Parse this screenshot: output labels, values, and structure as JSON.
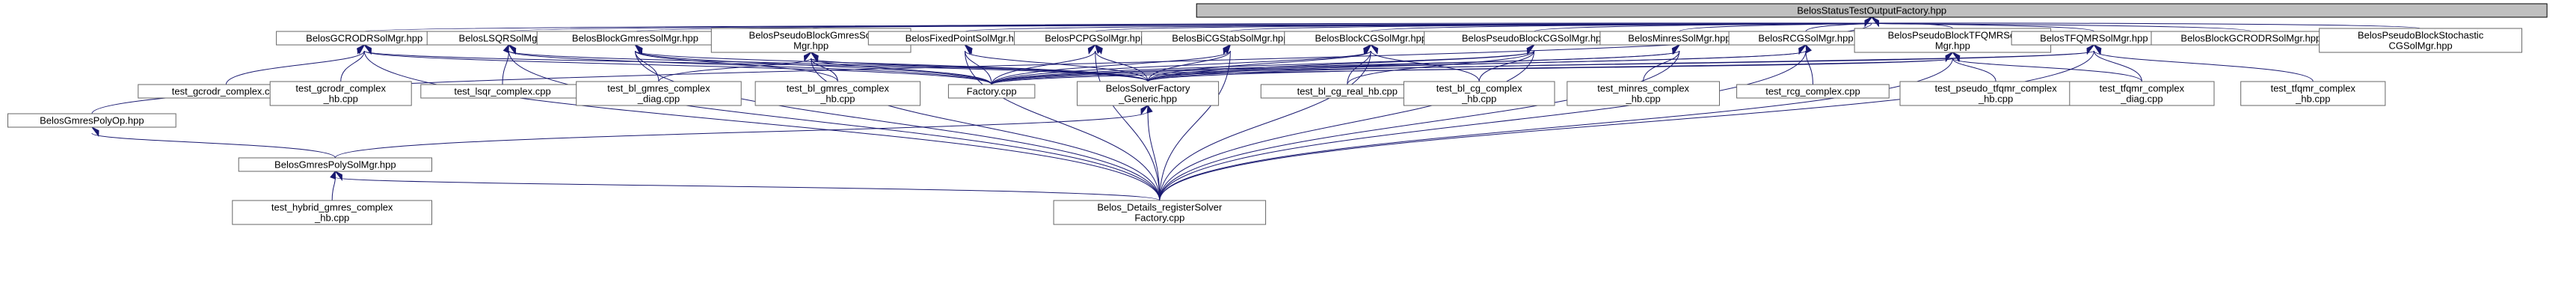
{
  "graph": {
    "edge_color": "#191970",
    "root_fill": "#bfbfbf",
    "node_border": "#666666",
    "nodes": [
      {
        "id": "root",
        "lines": [
          "BelosStatusTestOutputFactory.hpp"
        ],
        "root": true
      },
      {
        "id": "gmrespolyop",
        "lines": [
          "BelosGmresPolyOp.hpp"
        ]
      },
      {
        "id": "gcrodr",
        "lines": [
          "BelosGCRODRSolMgr.hpp"
        ]
      },
      {
        "id": "lsqr",
        "lines": [
          "BelosLSQRSolMgr.hpp"
        ]
      },
      {
        "id": "blockgmres",
        "lines": [
          "BelosBlockGmresSolMgr.hpp"
        ]
      },
      {
        "id": "pseudoblockgmres",
        "lines": [
          "BelosPseudoBlockGmresSol",
          "Mgr.hpp"
        ]
      },
      {
        "id": "fixedpoint",
        "lines": [
          "BelosFixedPointSolMgr.hpp"
        ]
      },
      {
        "id": "pcpg",
        "lines": [
          "BelosPCPGSolMgr.hpp"
        ]
      },
      {
        "id": "bicgstab",
        "lines": [
          "BelosBiCGStabSolMgr.hpp"
        ]
      },
      {
        "id": "blockcg",
        "lines": [
          "BelosBlockCGSolMgr.hpp"
        ]
      },
      {
        "id": "pseudoblockcg",
        "lines": [
          "BelosPseudoBlockCGSolMgr.hpp"
        ]
      },
      {
        "id": "minres",
        "lines": [
          "BelosMinresSolMgr.hpp"
        ]
      },
      {
        "id": "rcg",
        "lines": [
          "BelosRCGSolMgr.hpp"
        ]
      },
      {
        "id": "pseudoblocktfqmr",
        "lines": [
          "BelosPseudoBlockTFQMRSol",
          "Mgr.hpp"
        ]
      },
      {
        "id": "tfqmr",
        "lines": [
          "BelosTFQMRSolMgr.hpp"
        ]
      },
      {
        "id": "blockgcrodr",
        "lines": [
          "BelosBlockGCRODRSolMgr.hpp"
        ]
      },
      {
        "id": "pseudoblockstoch",
        "lines": [
          "BelosPseudoBlockStochastic",
          "CGSolMgr.hpp"
        ]
      },
      {
        "id": "test_gcrodr_complex",
        "lines": [
          "test_gcrodr_complex.cpp"
        ]
      },
      {
        "id": "test_gcrodr_complex_hb",
        "lines": [
          "test_gcrodr_complex",
          "_hb.cpp"
        ]
      },
      {
        "id": "test_lsqr_complex",
        "lines": [
          "test_lsqr_complex.cpp"
        ]
      },
      {
        "id": "test_bl_gmres_diag",
        "lines": [
          "test_bl_gmres_complex",
          "_diag.cpp"
        ]
      },
      {
        "id": "test_bl_gmres_hb",
        "lines": [
          "test_bl_gmres_complex",
          "_hb.cpp"
        ]
      },
      {
        "id": "factory",
        "lines": [
          "Factory.cpp"
        ]
      },
      {
        "id": "solverfactory_generic",
        "lines": [
          "BelosSolverFactory",
          "_Generic.hpp"
        ]
      },
      {
        "id": "test_bl_cg_real_hb",
        "lines": [
          "test_bl_cg_real_hb.cpp"
        ]
      },
      {
        "id": "test_bl_cg_complex_hb",
        "lines": [
          "test_bl_cg_complex",
          "_hb.cpp"
        ]
      },
      {
        "id": "test_minres_complex_hb",
        "lines": [
          "test_minres_complex",
          "_hb.cpp"
        ]
      },
      {
        "id": "test_rcg_complex",
        "lines": [
          "test_rcg_complex.cpp"
        ]
      },
      {
        "id": "test_pseudo_tfqmr",
        "lines": [
          "test_pseudo_tfqmr_complex",
          "_hb.cpp"
        ]
      },
      {
        "id": "test_tfqmr_diag",
        "lines": [
          "test_tfqmr_complex",
          "_diag.cpp"
        ]
      },
      {
        "id": "test_tfqmr_hb",
        "lines": [
          "test_tfqmr_complex",
          "_hb.cpp"
        ]
      },
      {
        "id": "gmrespolysolmgr",
        "lines": [
          "BelosGmresPolySolMgr.hpp"
        ]
      },
      {
        "id": "test_hybrid_gmres",
        "lines": [
          "test_hybrid_gmres_complex",
          "_hb.cpp"
        ]
      },
      {
        "id": "details_register",
        "lines": [
          "Belos_Details_registerSolver",
          "Factory.cpp"
        ]
      }
    ],
    "edges": [
      [
        "root",
        "gmrespolyop"
      ],
      [
        "root",
        "gcrodr"
      ],
      [
        "root",
        "lsqr"
      ],
      [
        "root",
        "blockgmres"
      ],
      [
        "root",
        "pseudoblockgmres"
      ],
      [
        "root",
        "fixedpoint"
      ],
      [
        "root",
        "pcpg"
      ],
      [
        "root",
        "bicgstab"
      ],
      [
        "root",
        "blockcg"
      ],
      [
        "root",
        "pseudoblockcg"
      ],
      [
        "root",
        "minres"
      ],
      [
        "root",
        "rcg"
      ],
      [
        "root",
        "pseudoblocktfqmr"
      ],
      [
        "root",
        "tfqmr"
      ],
      [
        "root",
        "blockgcrodr"
      ],
      [
        "root",
        "pseudoblockstoch"
      ],
      [
        "gmrespolyop",
        "gmrespolysolmgr"
      ],
      [
        "gmrespolysolmgr",
        "test_hybrid_gmres"
      ],
      [
        "gmrespolysolmgr",
        "details_register"
      ],
      [
        "gcrodr",
        "test_gcrodr_complex"
      ],
      [
        "gcrodr",
        "test_gcrodr_complex_hb"
      ],
      [
        "gcrodr",
        "factory"
      ],
      [
        "gcrodr",
        "solverfactory_generic"
      ],
      [
        "gcrodr",
        "details_register"
      ],
      [
        "lsqr",
        "test_lsqr_complex"
      ],
      [
        "lsqr",
        "factory"
      ],
      [
        "lsqr",
        "solverfactory_generic"
      ],
      [
        "lsqr",
        "details_register"
      ],
      [
        "blockgmres",
        "test_bl_gmres_diag"
      ],
      [
        "blockgmres",
        "test_bl_gmres_hb"
      ],
      [
        "blockgmres",
        "factory"
      ],
      [
        "blockgmres",
        "solverfactory_generic"
      ],
      [
        "blockgmres",
        "details_register"
      ],
      [
        "pseudoblockgmres",
        "test_bl_gmres_diag"
      ],
      [
        "pseudoblockgmres",
        "test_bl_gmres_hb"
      ],
      [
        "pseudoblockgmres",
        "factory"
      ],
      [
        "pseudoblockgmres",
        "solverfactory_generic"
      ],
      [
        "pseudoblockgmres",
        "details_register"
      ],
      [
        "fixedpoint",
        "factory"
      ],
      [
        "fixedpoint",
        "solverfactory_generic"
      ],
      [
        "fixedpoint",
        "details_register"
      ],
      [
        "pcpg",
        "factory"
      ],
      [
        "pcpg",
        "solverfactory_generic"
      ],
      [
        "pcpg",
        "details_register"
      ],
      [
        "bicgstab",
        "factory"
      ],
      [
        "bicgstab",
        "solverfactory_generic"
      ],
      [
        "bicgstab",
        "details_register"
      ],
      [
        "blockcg",
        "factory"
      ],
      [
        "blockcg",
        "solverfactory_generic"
      ],
      [
        "blockcg",
        "test_bl_cg_real_hb"
      ],
      [
        "blockcg",
        "test_bl_cg_complex_hb"
      ],
      [
        "blockcg",
        "details_register"
      ],
      [
        "pseudoblockcg",
        "factory"
      ],
      [
        "pseudoblockcg",
        "solverfactory_generic"
      ],
      [
        "pseudoblockcg",
        "test_bl_cg_real_hb"
      ],
      [
        "pseudoblockcg",
        "test_bl_cg_complex_hb"
      ],
      [
        "pseudoblockcg",
        "details_register"
      ],
      [
        "minres",
        "factory"
      ],
      [
        "minres",
        "solverfactory_generic"
      ],
      [
        "minres",
        "test_minres_complex_hb"
      ],
      [
        "minres",
        "details_register"
      ],
      [
        "rcg",
        "factory"
      ],
      [
        "rcg",
        "solverfactory_generic"
      ],
      [
        "rcg",
        "test_rcg_complex"
      ],
      [
        "rcg",
        "details_register"
      ],
      [
        "pseudoblocktfqmr",
        "factory"
      ],
      [
        "pseudoblocktfqmr",
        "solverfactory_generic"
      ],
      [
        "pseudoblocktfqmr",
        "test_pseudo_tfqmr"
      ],
      [
        "pseudoblocktfqmr",
        "test_tfqmr_diag"
      ],
      [
        "pseudoblocktfqmr",
        "details_register"
      ],
      [
        "tfqmr",
        "factory"
      ],
      [
        "tfqmr",
        "solverfactory_generic"
      ],
      [
        "tfqmr",
        "test_tfqmr_diag"
      ],
      [
        "tfqmr",
        "test_tfqmr_hb"
      ],
      [
        "tfqmr",
        "details_register"
      ],
      [
        "solverfactory_generic",
        "gmrespolysolmgr"
      ],
      [
        "solverfactory_generic",
        "details_register"
      ]
    ]
  }
}
